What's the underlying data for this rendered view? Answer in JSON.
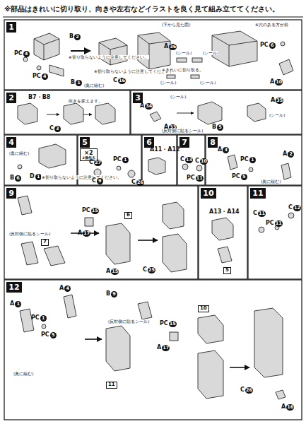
{
  "diagram": {
    "title": "※部品はきれいに切り取り、向きや左右などイラストを良く見て組み立ててください。",
    "nodes": [
      {
        "text": [
          "1"
        ]
      },
      {
        "text": [
          "2"
        ]
      },
      {
        "text": [
          "3"
        ]
      },
      {
        "text": [
          "4"
        ]
      },
      {
        "text": [
          "5"
        ]
      },
      {
        "text": [
          "×2",
          "2個作る"
        ]
      },
      {
        "text": [
          "6"
        ]
      },
      {
        "text": [
          "7"
        ]
      },
      {
        "text": [
          "8"
        ]
      },
      {
        "text": [
          "9"
        ]
      },
      {
        "text": [
          "10"
        ]
      },
      {
        "text": [
          "11"
        ]
      },
      {
        "text": [
          "12"
        ]
      }
    ],
    "labels": [
      "B2",
      "※切り取らないように注意してください。",
      "PC4",
      "PC4",
      "B1",
      "※切り取らないように注意してください。",
      "C16",
      "(奥に組む)",
      "(下から見た図)",
      "A36",
      "(シール)",
      "(シール)",
      "※きれいに切り取る。",
      "(シール)",
      "(シール)",
      "※穴のある方が前",
      "PC6",
      "A10",
      "B7・B8",
      "向きを変えます。",
      "C3",
      "(シール)",
      "A34",
      "A33",
      "A35",
      "B5",
      "(シール)",
      "(反対側に貼るシール)",
      "(奥に組む)",
      "B6",
      "D1",
      "※切り取らないように注意してください。",
      "C27",
      "PC1",
      "C9",
      "C26",
      "A11・A12",
      "C13",
      "C10",
      "PC11",
      "A3",
      "A2",
      "PC1",
      "PC5",
      "(奥に組む)",
      "(反対側に貼るシール)",
      "7",
      "PC15",
      "A17",
      "6",
      "A15",
      "C25",
      "A13・A14",
      "5",
      "C11",
      "C12",
      "PC11",
      "A1",
      "A4",
      "PC1",
      "PC5",
      "(奥に組む)",
      "B9",
      "(反対側に貼るシール)",
      "11",
      "PC15",
      "10",
      "A17",
      "C26",
      "A16"
    ]
  }
}
